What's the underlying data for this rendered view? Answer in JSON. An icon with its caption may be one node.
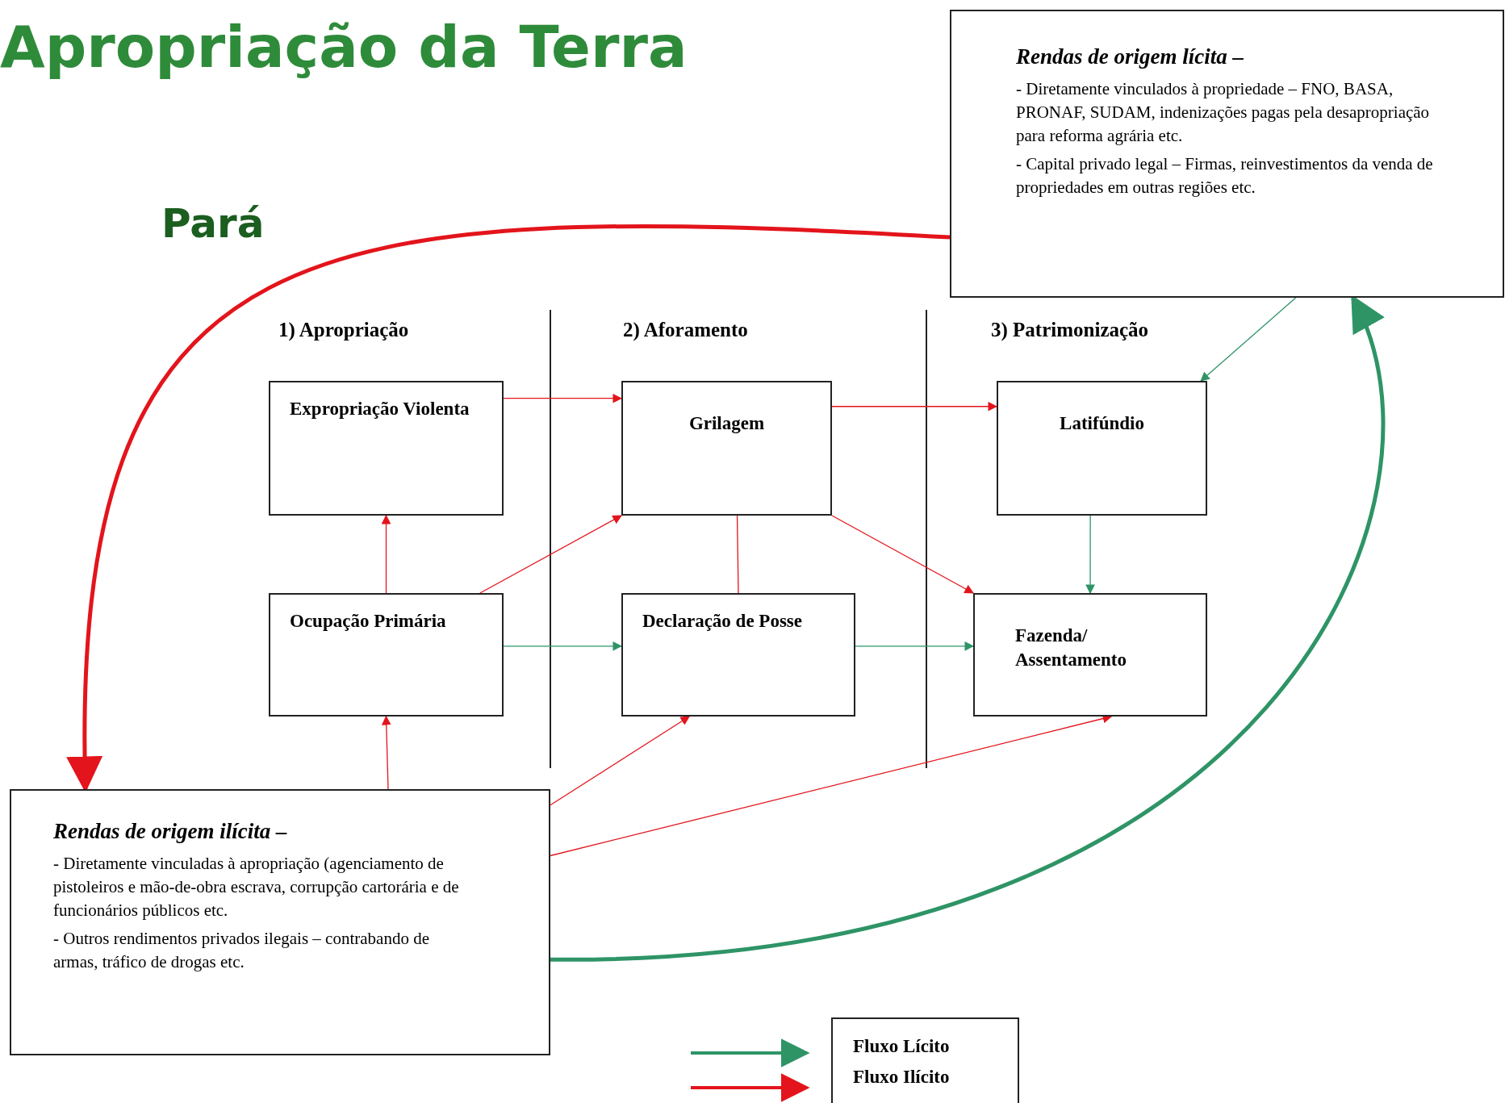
{
  "diagram": {
    "title": "Apropriação da Terra",
    "nodes": [
      {
        "text": [
          "Rendas de origem lícita –",
          "- Diretamente vinculados à propriedade – FNO, BASA, PRONAF, SUDAM, indenizações pagas pela desapropriação para reforma agrária etc.",
          "- Capital privado legal – Firmas, reinvestimentos da venda de propriedades em outras regiões etc."
        ]
      },
      {
        "text": [
          "Expropriação Violenta"
        ]
      },
      {
        "text": [
          "Grilagem"
        ]
      },
      {
        "text": [
          "Latifúndio"
        ]
      },
      {
        "text": [
          "Ocupação Primária"
        ]
      },
      {
        "text": [
          "Declaração de Posse"
        ]
      },
      {
        "text": [
          "Fazenda/ Assentamento"
        ]
      },
      {
        "text": [
          "Rendas de origem ilícita –",
          "- Diretamente vinculadas à apropriação (agenciamento de pistoleiros e mão-de-obra escrava, corrupção cartorária e de funcionários públicos etc.",
          "- Outros rendimentos privados ilegais – contrabando de armas, tráfico de drogas etc."
        ]
      }
    ],
    "edges": [
      {
        "from": 0,
        "to": 7,
        "arrow": "to",
        "style": "thick"
      },
      {
        "from": 7,
        "to": 0,
        "arrow": "to",
        "style": "thick",
        "color": "#2e9466"
      },
      {
        "from": 0,
        "to": 3,
        "arrow": "to",
        "color": "#2e9466"
      },
      {
        "from": 1,
        "to": 2,
        "arrow": "to"
      },
      {
        "from": 2,
        "to": 3,
        "arrow": "to"
      },
      {
        "from": 4,
        "to": 1,
        "arrow": "to"
      },
      {
        "from": 4,
        "to": 2,
        "arrow": "to"
      },
      {
        "from": 2,
        "to": 6,
        "arrow": "to"
      },
      {
        "from": 2,
        "to": 5,
        "arrow": "none"
      },
      {
        "from": 4,
        "to": 5,
        "arrow": "to",
        "color": "#2e9466"
      },
      {
        "from": 5,
        "to": 6,
        "arrow": "to",
        "color": "#2e9466"
      },
      {
        "from": 3,
        "to": 6,
        "arrow": "to",
        "color": "#2e9466"
      },
      {
        "from": 7,
        "to": 4,
        "arrow": "to"
      },
      {
        "from": 7,
        "to": 5,
        "arrow": "to"
      },
      {
        "from": 7,
        "to": 6,
        "arrow": "to"
      }
    ],
    "labels": [
      "Pará",
      "1) Apropriação",
      "2) Aforamento",
      "3) Patrimonização"
    ],
    "legend": [
      {
        "text": "Fluxo Lícito"
      },
      {
        "text": "Fluxo Ilícito"
      }
    ]
  }
}
